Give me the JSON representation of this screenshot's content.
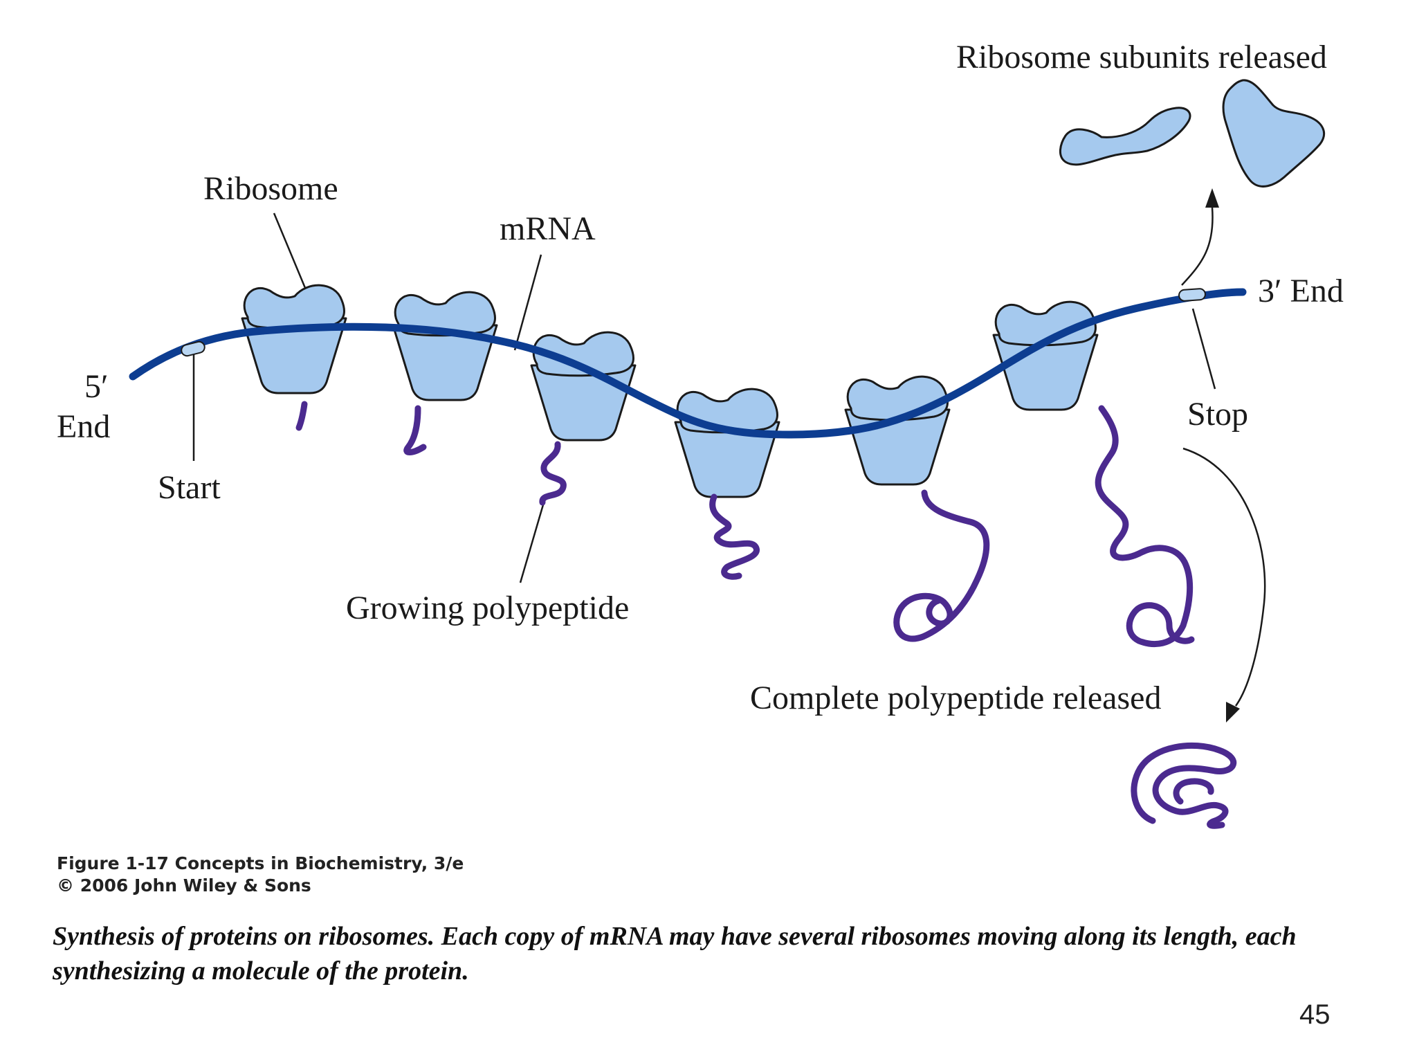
{
  "labels": {
    "subunits_released": "Ribosome subunits released",
    "ribosome": "Ribosome",
    "mrna": "mRNA",
    "five_prime": "5′",
    "five_prime_end": "End",
    "three_prime_end": "3′ End",
    "start": "Start",
    "stop": "Stop",
    "growing_polypeptide": "Growing polypeptide",
    "complete_polypeptide": "Complete polypeptide released"
  },
  "credit": {
    "line1": "Figure 1-17  Concepts in Biochemistry, 3/e",
    "line2": "© 2006 John Wiley & Sons"
  },
  "caption": "Synthesis of proteins on ribosomes. Each copy of mRNA may have several ribosomes moving along its length, each synthesizing a molecule of the protein.",
  "page_number": "45",
  "colors": {
    "mrna": "#0d3d91",
    "ribosome_fill": "#a5c9ee",
    "outline": "#1a1a1a",
    "polypeptide": "#4b2a8f",
    "codon_marker": "#b9d6f2"
  }
}
